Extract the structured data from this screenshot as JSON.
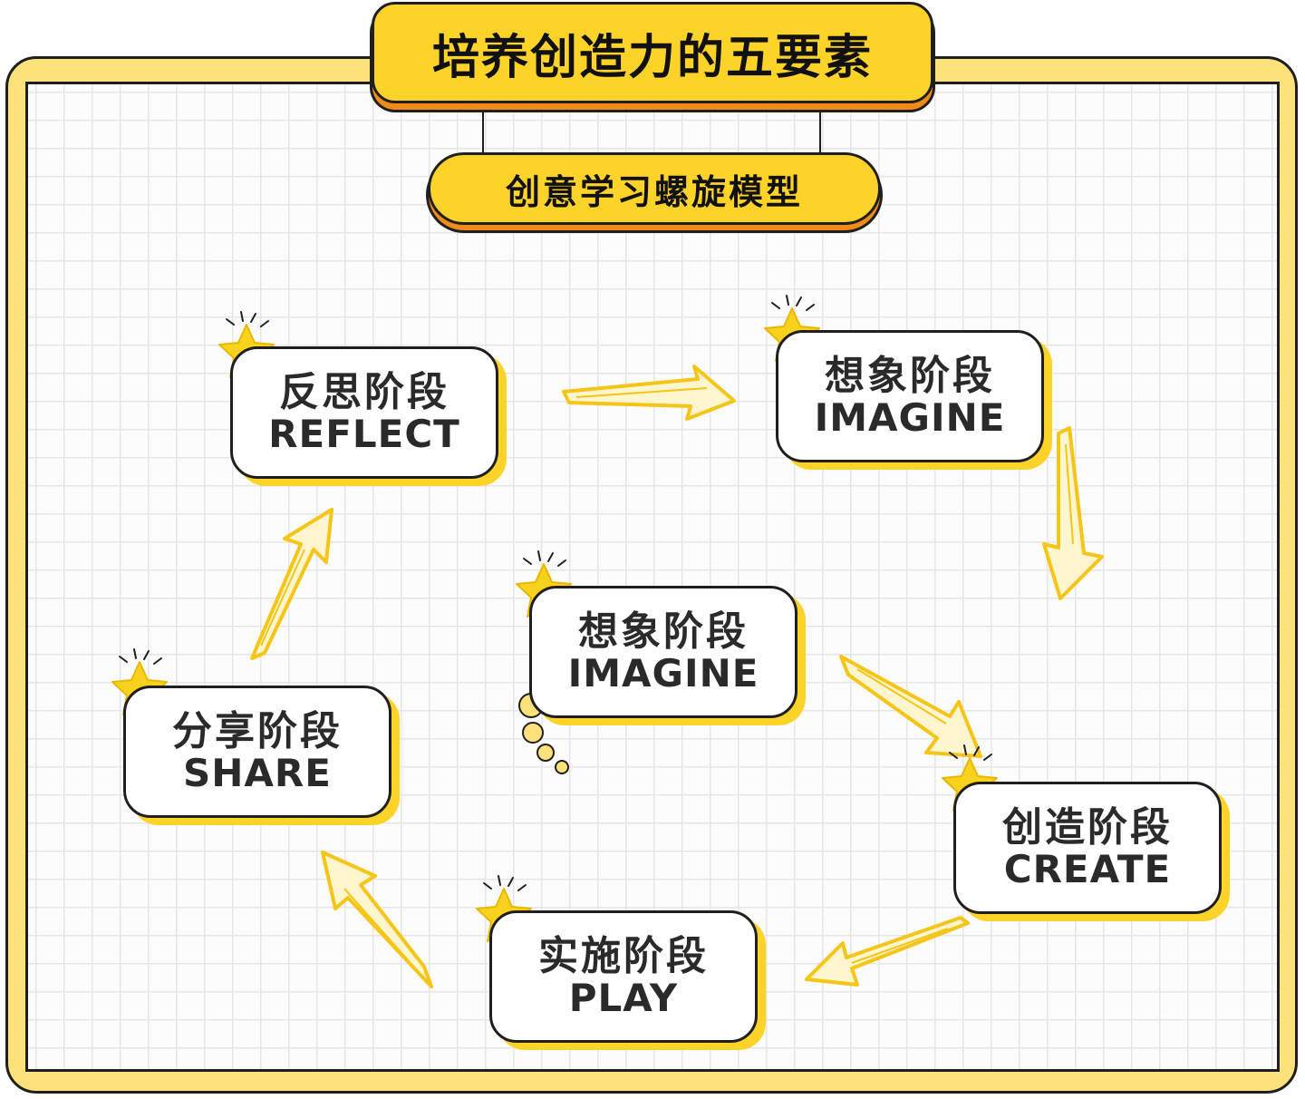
{
  "title": "培养创造力的五要素",
  "subtitle": "创意学习螺旋模型",
  "stages": {
    "reflect": {
      "cn": "反思阶段",
      "en": "REFLECT"
    },
    "imagine_top": {
      "cn": "想象阶段",
      "en": "IMAGINE"
    },
    "imagine_center": {
      "cn": "想象阶段",
      "en": "IMAGINE"
    },
    "create": {
      "cn": "创造阶段",
      "en": "CREATE"
    },
    "play": {
      "cn": "实施阶段",
      "en": "PLAY"
    },
    "share": {
      "cn": "分享阶段",
      "en": "SHARE"
    }
  },
  "colors": {
    "frame_yellow": "#fde17a",
    "accent_yellow": "#fdd32a",
    "accent_orange": "#f08a1a",
    "outline": "#1f1f1f"
  },
  "icons": [
    "star-icon",
    "arrow-icon",
    "thought-bubble-icon"
  ]
}
